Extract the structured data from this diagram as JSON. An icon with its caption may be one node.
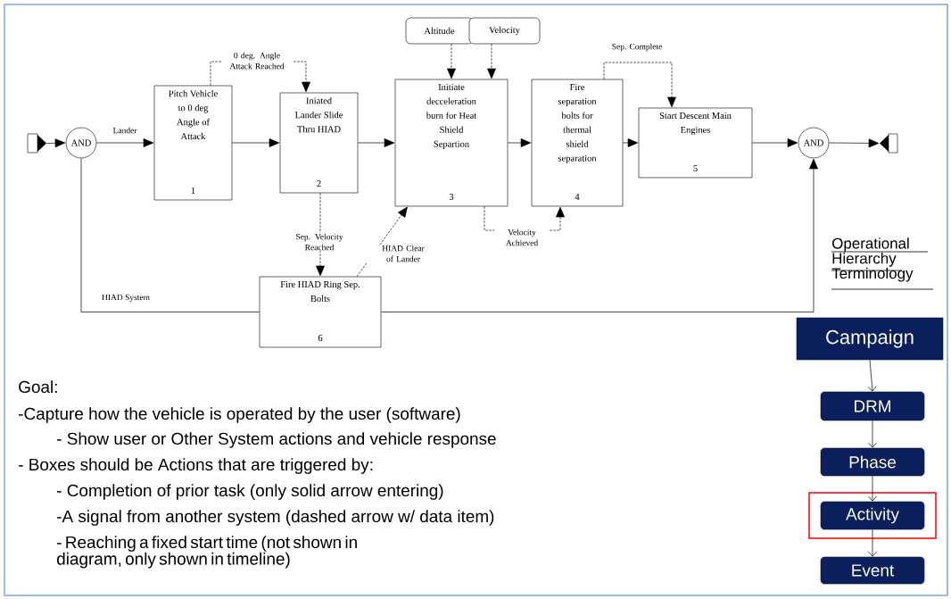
{
  "diagram": {
    "nodes": [
      {
        "text": [],
        "shape": "box"
      },
      {
        "text": [
          "AND"
        ]
      },
      {
        "text": [
          "Pitch Vehicle to 0 deg Angle of Attack",
          "1"
        ]
      },
      {
        "text": [
          "Iniated Lander Slide Thru HIAD",
          "2"
        ]
      },
      {
        "text": [
          "Initiate decceleration burn for Heat Shield Separtion",
          "3"
        ]
      },
      {
        "text": [
          "Fire separation bolts for thermal shield separation",
          "4"
        ]
      },
      {
        "text": [
          "Start Descent Main Engines",
          "5"
        ]
      },
      {
        "text": [
          "AND"
        ]
      },
      {
        "text": [],
        "shape": "box"
      },
      {
        "text": [
          "Altitude"
        ]
      },
      {
        "text": [
          "Velocity"
        ]
      },
      {
        "text": [
          "Fire HIAD Ring Sep. Bolts",
          "6"
        ]
      },
      {
        "text": [
          "Campaign"
        ]
      },
      {
        "text": [
          "DRM"
        ]
      },
      {
        "text": [
          "Phase"
        ]
      },
      {
        "text": [
          "Activity"
        ]
      },
      {
        "text": [
          "Event"
        ]
      }
    ],
    "edges": [
      {
        "from": 0,
        "to": 1,
        "arrow": "to"
      },
      {
        "from": 1,
        "to": 2,
        "arrow": "to",
        "label": "Lander"
      },
      {
        "from": 2,
        "to": 3,
        "arrow": "to"
      },
      {
        "from": 3,
        "to": 4,
        "arrow": "to"
      },
      {
        "from": 4,
        "to": 5,
        "arrow": "to"
      },
      {
        "from": 5,
        "to": 6,
        "arrow": "to"
      },
      {
        "from": 6,
        "to": 7,
        "arrow": "to"
      },
      {
        "from": 7,
        "to": 8,
        "arrow": "to"
      },
      {
        "from": 2,
        "to": 3,
        "arrow": "to",
        "style": "dashed",
        "label": "0 deg. Angle Attack Reached"
      },
      {
        "from": 9,
        "to": 4,
        "arrow": "to",
        "style": "dashed"
      },
      {
        "from": 10,
        "to": 4,
        "arrow": "to",
        "style": "dashed"
      },
      {
        "from": 5,
        "to": 6,
        "arrow": "to",
        "style": "dashed",
        "label": "Sep. Complete"
      },
      {
        "from": 4,
        "to": 5,
        "arrow": "to",
        "style": "dashed",
        "label": "Velocity Achieved"
      },
      {
        "from": 3,
        "to": 11,
        "arrow": "to",
        "style": "dashed",
        "label": "Sep. Velocity Reached"
      },
      {
        "from": 11,
        "to": 4,
        "arrow": "to",
        "style": "dashed",
        "label": "HIAD Clear of Lander"
      },
      {
        "from": 1,
        "to": 11,
        "arrow": "none",
        "label": "HIAD System"
      },
      {
        "from": 11,
        "to": 7,
        "arrow": "to"
      },
      {
        "from": 12,
        "to": 13,
        "arrow": "to"
      },
      {
        "from": 13,
        "to": 14,
        "arrow": "to"
      },
      {
        "from": 14,
        "to": 15,
        "arrow": "to"
      },
      {
        "from": 15,
        "to": 16,
        "arrow": "to"
      }
    ],
    "labels": [
      "Operational Hierarchy Terminology",
      "Goal:",
      "-Capture how the vehicle is operated by the user (software)",
      "- Show user or Other System actions and vehicle response",
      "- Boxes should be Actions that are triggered by:",
      "- Completion of prior task (only solid arrow entering)",
      "-A signal from another system (dashed arrow w/ data item)",
      "- Reaching a fixed start time (not shown in diagram, only shown in timeline)"
    ]
  }
}
